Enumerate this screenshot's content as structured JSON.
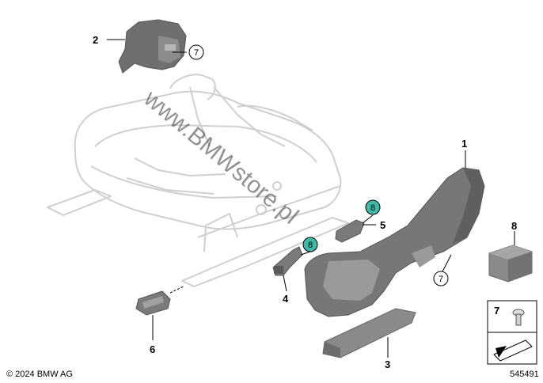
{
  "watermark": "www.BMWstore.pl",
  "copyright": "© 2024 BMW AG",
  "diagram_number": "545491",
  "colors": {
    "part_dark": "#6b6b6b",
    "part_mid": "#8a8a8a",
    "part_light": "#a9a9a9",
    "frame_ghost": "#d8d8d8",
    "highlight_circle": "#3fb9a8"
  },
  "callouts": {
    "c1": "1",
    "c2": "2",
    "c3": "3",
    "c4": "4",
    "c5": "5",
    "c6": "6",
    "c7a": "7",
    "c7b": "7",
    "c8a": "8",
    "c8b": "8",
    "c8_legend": "8",
    "c7_legend": "7"
  }
}
